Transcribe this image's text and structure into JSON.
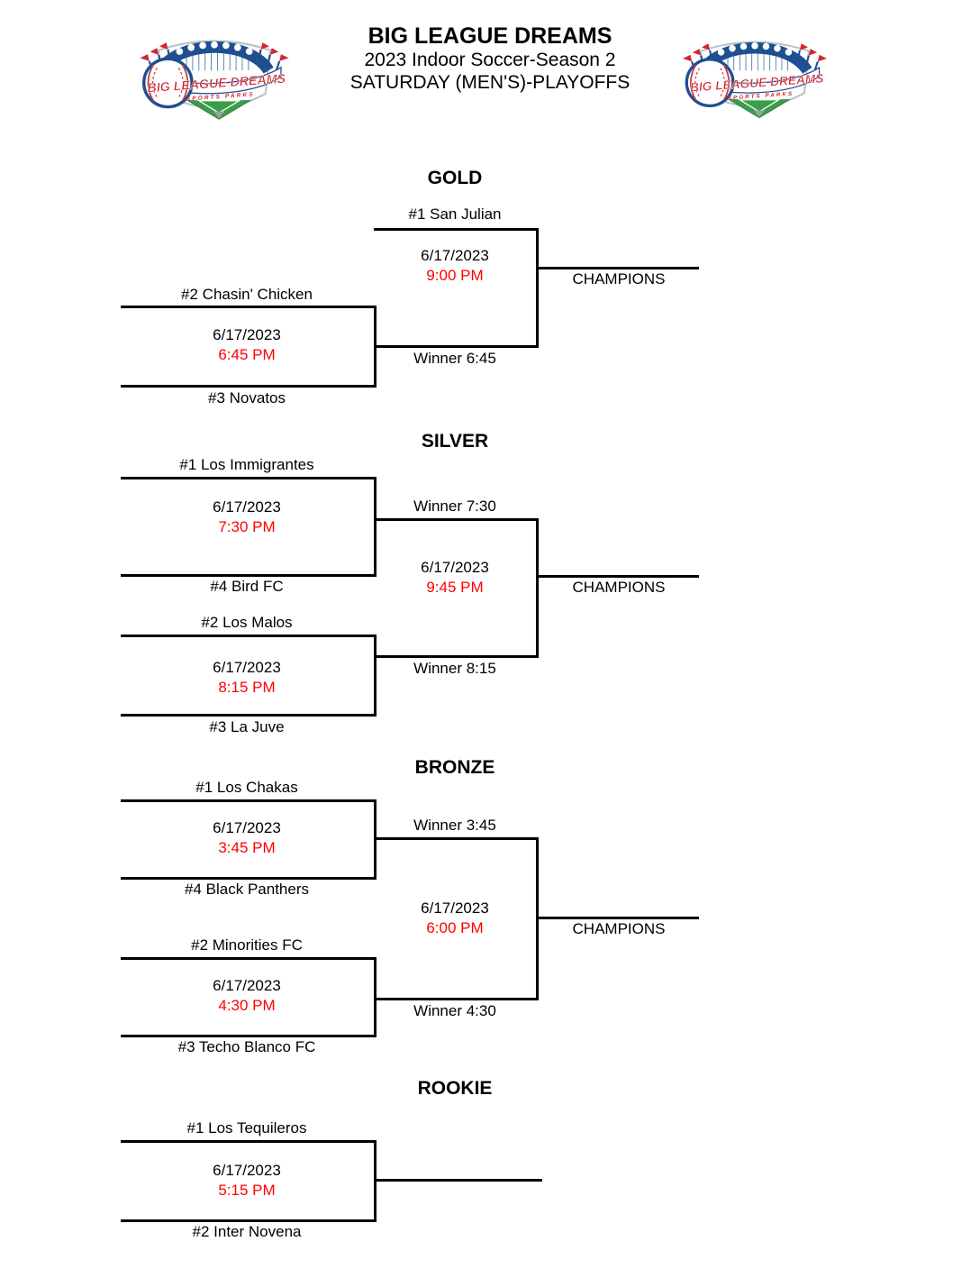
{
  "header": {
    "title": "BIG LEAGUE DREAMS",
    "season": "2023 Indoor Soccer-Season 2",
    "day": "SATURDAY (MEN'S)-PLAYOFFS"
  },
  "logo": {
    "title": "BIG LEAGUE DREAMS",
    "subtitle": "SPORTS PARKS"
  },
  "gold": {
    "title": "GOLD",
    "team1": "#1 San Julian",
    "team2": "#2 Chasin' Chicken",
    "team3": "#3 Novatos",
    "semifinal": {
      "date": "6/17/2023",
      "time": "6:45 PM"
    },
    "final": {
      "date": "6/17/2023",
      "time": "9:00 PM"
    },
    "winner_label": "Winner 6:45",
    "champions_label": "CHAMPIONS"
  },
  "silver": {
    "title": "SILVER",
    "team1": "#1 Los Immigrantes",
    "team4": "#4 Bird FC",
    "team2": "#2 Los Malos",
    "team3": "#3 La Juve",
    "semifinal1": {
      "date": "6/17/2023",
      "time": "7:30 PM"
    },
    "semifinal2": {
      "date": "6/17/2023",
      "time": "8:15 PM"
    },
    "final": {
      "date": "6/17/2023",
      "time": "9:45 PM"
    },
    "winner1_label": "Winner 7:30",
    "winner2_label": "Winner 8:15",
    "champions_label": "CHAMPIONS"
  },
  "bronze": {
    "title": "BRONZE",
    "team1": "#1 Los Chakas",
    "team4": "#4 Black Panthers",
    "team2": "#2 Minorities FC",
    "team3": "#3 Techo Blanco FC",
    "semifinal1": {
      "date": "6/17/2023",
      "time": "3:45 PM"
    },
    "semifinal2": {
      "date": "6/17/2023",
      "time": "4:30 PM"
    },
    "final": {
      "date": "6/17/2023",
      "time": "6:00 PM"
    },
    "winner1_label": "Winner 3:45",
    "winner2_label": "Winner 4:30",
    "champions_label": "CHAMPIONS"
  },
  "rookie": {
    "title": "ROOKIE",
    "team1": "#1 Los Tequileros",
    "team2": "#2 Inter Novena",
    "final": {
      "date": "6/17/2023",
      "time": "5:15 PM"
    }
  },
  "colors": {
    "time_red": "#ff0000",
    "line_black": "#000000",
    "logo_navy": "#1e4f91",
    "logo_red": "#d22630",
    "logo_green": "#3a9e49"
  }
}
